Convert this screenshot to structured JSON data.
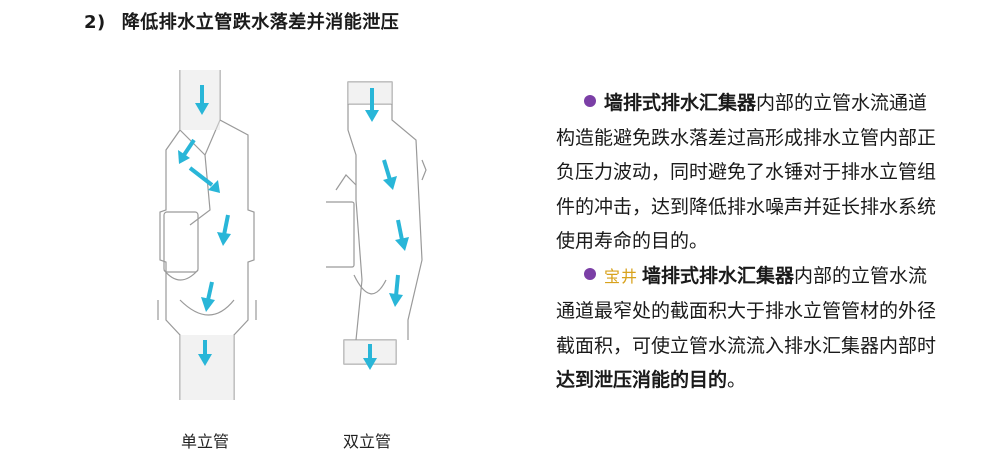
{
  "heading": {
    "number": "2)",
    "title": "降低排水立管跌水落差并消能泄压"
  },
  "figures": {
    "single": {
      "caption": "单立管"
    },
    "double": {
      "caption": "双立管"
    }
  },
  "colors": {
    "arrow": "#29b6d8",
    "bullet": "#7b3fa6",
    "brand": "#d8a21c",
    "pipe_stroke": "#9a9a9a"
  },
  "paragraph1": {
    "bold": "墙排式排水汇集器",
    "text": "内部的立管水流通道构造能避免跌水落差过高形成排水立管内部正负压力波动，同时避免了水锤对于排水立管组件的冲击，达到降低排水噪声并延长排水系统使用寿命的目的。"
  },
  "paragraph2": {
    "brand": "宝井",
    "bold": "墙排式排水汇集器",
    "text": "内部的立管水流通道最窄处的截面积大于排水立管管材的外径截面积，可使立管水流流入排水汇集器内部时",
    "bold_end": "达到泄压消能的目的",
    "end": "。"
  }
}
